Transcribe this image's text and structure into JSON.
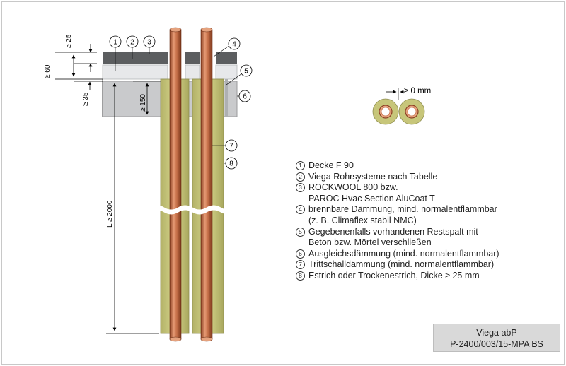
{
  "colors": {
    "concrete": "#c9cacc",
    "screed": "#5c5e60",
    "footfall": "#e7e8ea",
    "insulation": "#c7c67a",
    "pipe": "#c8724b"
  },
  "callouts": [
    "1",
    "2",
    "3",
    "4",
    "5",
    "6",
    "7",
    "8"
  ],
  "dimensions": {
    "d25": "≥ 25",
    "d60": "≥ 60",
    "d35": "≥ 35",
    "d150": "≥ 150",
    "length": "L ≥ 2000",
    "gap": "≥ 0 mm"
  },
  "legend": [
    {
      "num": "1",
      "lines": [
        "Decke F 90"
      ]
    },
    {
      "num": "2",
      "lines": [
        "Viega Rohrsysteme nach Tabelle"
      ]
    },
    {
      "num": "3",
      "lines": [
        "ROCKWOOL 800 bzw.",
        "PAROC Hvac Section AluCoat T"
      ]
    },
    {
      "num": "4",
      "lines": [
        "brennbare Dämmung, mind. normalentflammbar",
        "(z. B. Climaflex stabil NMC)"
      ]
    },
    {
      "num": "5",
      "lines": [
        "Gegebenenfalls vorhandenen Restspalt mit",
        "Beton bzw. Mörtel verschließen"
      ]
    },
    {
      "num": "6",
      "lines": [
        "Ausgleichsdämmung (mind. normalentflammbar)"
      ]
    },
    {
      "num": "7",
      "lines": [
        "Trittschalldämmung (mind. normalentflammbar)"
      ]
    },
    {
      "num": "8",
      "lines": [
        "Estrich oder Trockenestrich, Dicke ≥ 25 mm"
      ]
    }
  ],
  "stamp": {
    "line1": "Viega abP",
    "line2": "P-2400/003/15-MPA BS"
  }
}
